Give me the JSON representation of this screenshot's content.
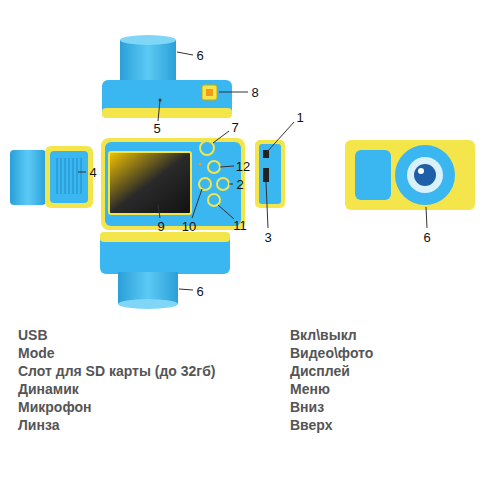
{
  "diagram": {
    "labels": [
      "6",
      "8",
      "1",
      "7",
      "5",
      "4",
      "12",
      "2",
      "9",
      "10",
      "11",
      "6",
      "3",
      "6",
      "USB",
      "Mode",
      "Слот для SD карты (до 32гб)",
      "Динамик",
      "Микрофон",
      "Линза",
      "Вкл\\выкл",
      "Видео\\фото",
      "Дисплей",
      "Меню",
      "Вниз",
      "Вверх"
    ]
  }
}
